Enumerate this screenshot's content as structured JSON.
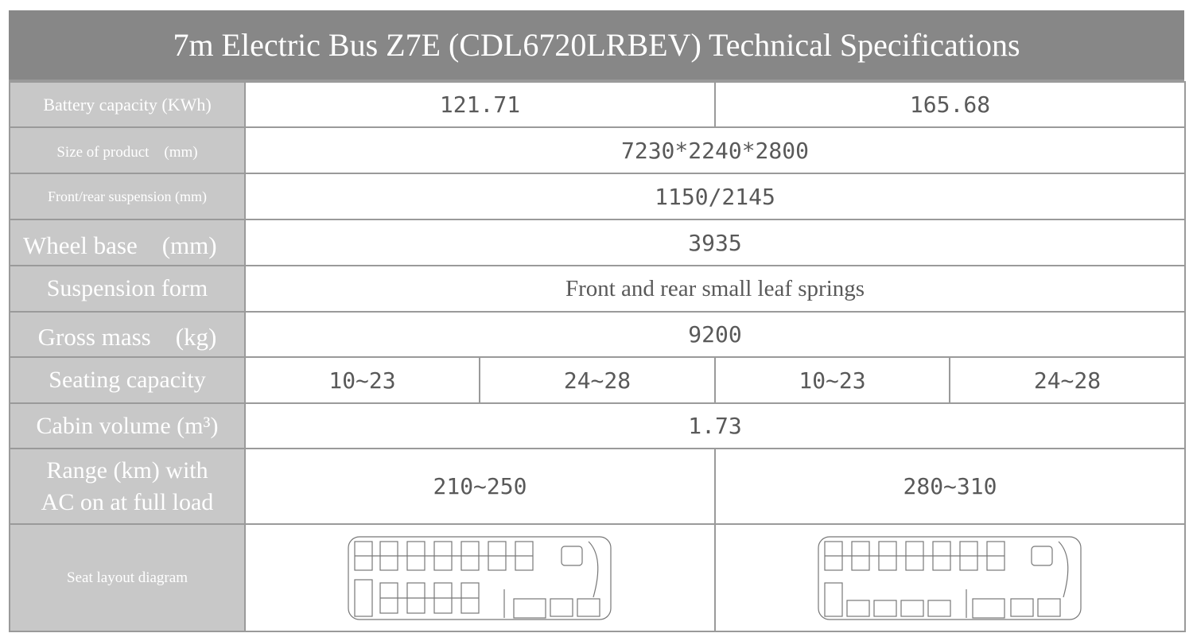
{
  "title": "7m Electric Bus Z7E (CDL6720LRBEV) Technical Specifications",
  "rows": {
    "battery": {
      "label": "Battery capacity (KWh)",
      "values": [
        "121.71",
        "165.68"
      ]
    },
    "size": {
      "label": "Size of product　(mm)",
      "value": "7230*2240*2800"
    },
    "suspension_len": {
      "label": "Front/rear suspension (mm)",
      "value": "1150/2145"
    },
    "wheelbase": {
      "label": "Wheel base　(mm)",
      "value": "3935"
    },
    "suspension_form": {
      "label": "Suspension form",
      "value": "Front and rear small leaf springs"
    },
    "gross_mass": {
      "label": "Gross mass　(kg)",
      "value": "9200"
    },
    "seating": {
      "label": "Seating capacity",
      "values": [
        "10~23",
        "24~28",
        "10~23",
        "24~28"
      ]
    },
    "cabin": {
      "label": "Cabin volume (m³)",
      "value": "1.73"
    },
    "range": {
      "label_line1": "Range (km) with",
      "label_line2": "AC on at full load",
      "values": [
        "210~250",
        "280~310"
      ]
    },
    "seat_layout": {
      "label": "Seat layout diagram",
      "diagrams": [
        "seat-layout-121kwh",
        "seat-layout-165kwh"
      ]
    }
  },
  "colors": {
    "title_bg": "#878787",
    "label_bg": "#c8c8c8",
    "border": "#9a9a9a",
    "value_text": "#595959"
  }
}
